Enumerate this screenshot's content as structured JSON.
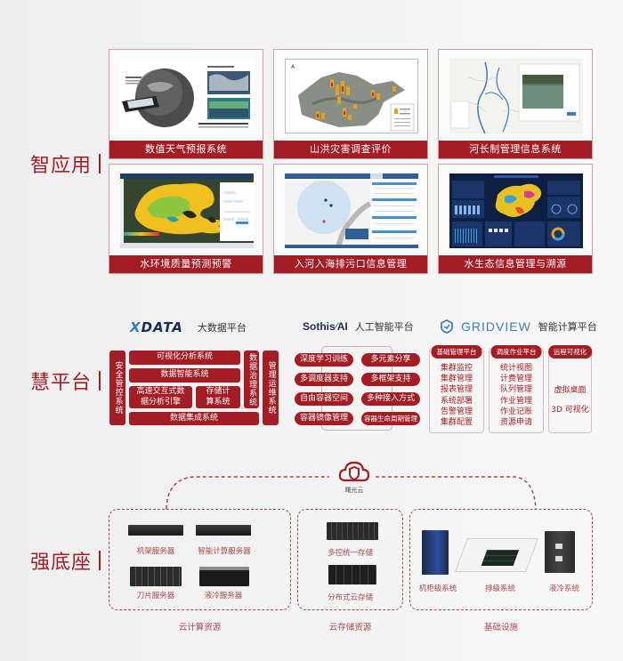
{
  "sections": {
    "apps": {
      "label": "智应用"
    },
    "platform": {
      "label": "慧平台"
    },
    "base": {
      "label": "强底座"
    }
  },
  "apps": [
    {
      "caption": "数值天气预报系统",
      "thumb": "weather-globe-satellite"
    },
    {
      "caption": "山洪灾害调查评价",
      "thumb": "basin-map-bar-markers"
    },
    {
      "caption": "河长制管理信息系统",
      "thumb": "river-map-photo-popup"
    },
    {
      "caption": "水环境质量预测预警",
      "thumb": "lake-heatmap-dashboard"
    },
    {
      "caption": "入河入海排污口信息管理",
      "thumb": "outfall-map-table"
    },
    {
      "caption": "水生态信息管理与溯源",
      "thumb": "china-map-dark-dashboard"
    }
  ],
  "bigdata": {
    "logo": "XDATA",
    "title": "大数据平台",
    "left_vertical": "安全管控系统",
    "visual": "可视化分析系统",
    "intelligence": "数据智能系统",
    "engine": "高速交互式数据分析引擎",
    "engine_line1": "高速交互式数",
    "engine_line2": "据分析引擎",
    "storage_line1": "存储计",
    "storage_line2": "算系统",
    "governance_vertical": "数据治理系统",
    "integration": "数据集成系统",
    "ops_vertical": "管理运维系统"
  },
  "ai": {
    "logo": "Sothis AI",
    "title": "人工智能平台",
    "left": [
      "深度学习训练",
      "多调度器支持",
      "自由容器空间",
      "容器镜像管理"
    ],
    "right": [
      "多元素分享",
      "多框架支持",
      "多种接入方式",
      "容器生命周期管理"
    ]
  },
  "gridview": {
    "logo": "GRIDVIEW",
    "title": "智能计算平台",
    "panels": [
      {
        "title": "基础管理平台",
        "items": [
          "集群监控",
          "集群管理",
          "报表管理",
          "系统部署",
          "告警管理",
          "集群配置"
        ]
      },
      {
        "title": "调度作业平台",
        "items": [
          "统计视图",
          "计费管理",
          "队列管理",
          "作业管理",
          "作业记账",
          "资源申请"
        ]
      },
      {
        "title": "远程可视化",
        "items": [
          "虚拟桌面",
          "3D 可视化"
        ]
      }
    ]
  },
  "cloud": {
    "name": "曙光云",
    "icon": "cloud-shield-icon"
  },
  "infra": {
    "compute": {
      "group": "云计算资源",
      "devices": [
        "机架服务器",
        "智能计算服务器",
        "刀片服务器",
        "液冷服务器"
      ]
    },
    "storage": {
      "group": "云存储资源",
      "devices": [
        "多控统一存储",
        "分布式云存储"
      ]
    },
    "facility": {
      "group": "基础设施",
      "devices": [
        "机柜级系统",
        "排级系统",
        "液冷系统"
      ]
    }
  },
  "colors": {
    "accent": "#a51d24",
    "dash": "#a8494d",
    "logo_blue": "#3a76c4"
  }
}
